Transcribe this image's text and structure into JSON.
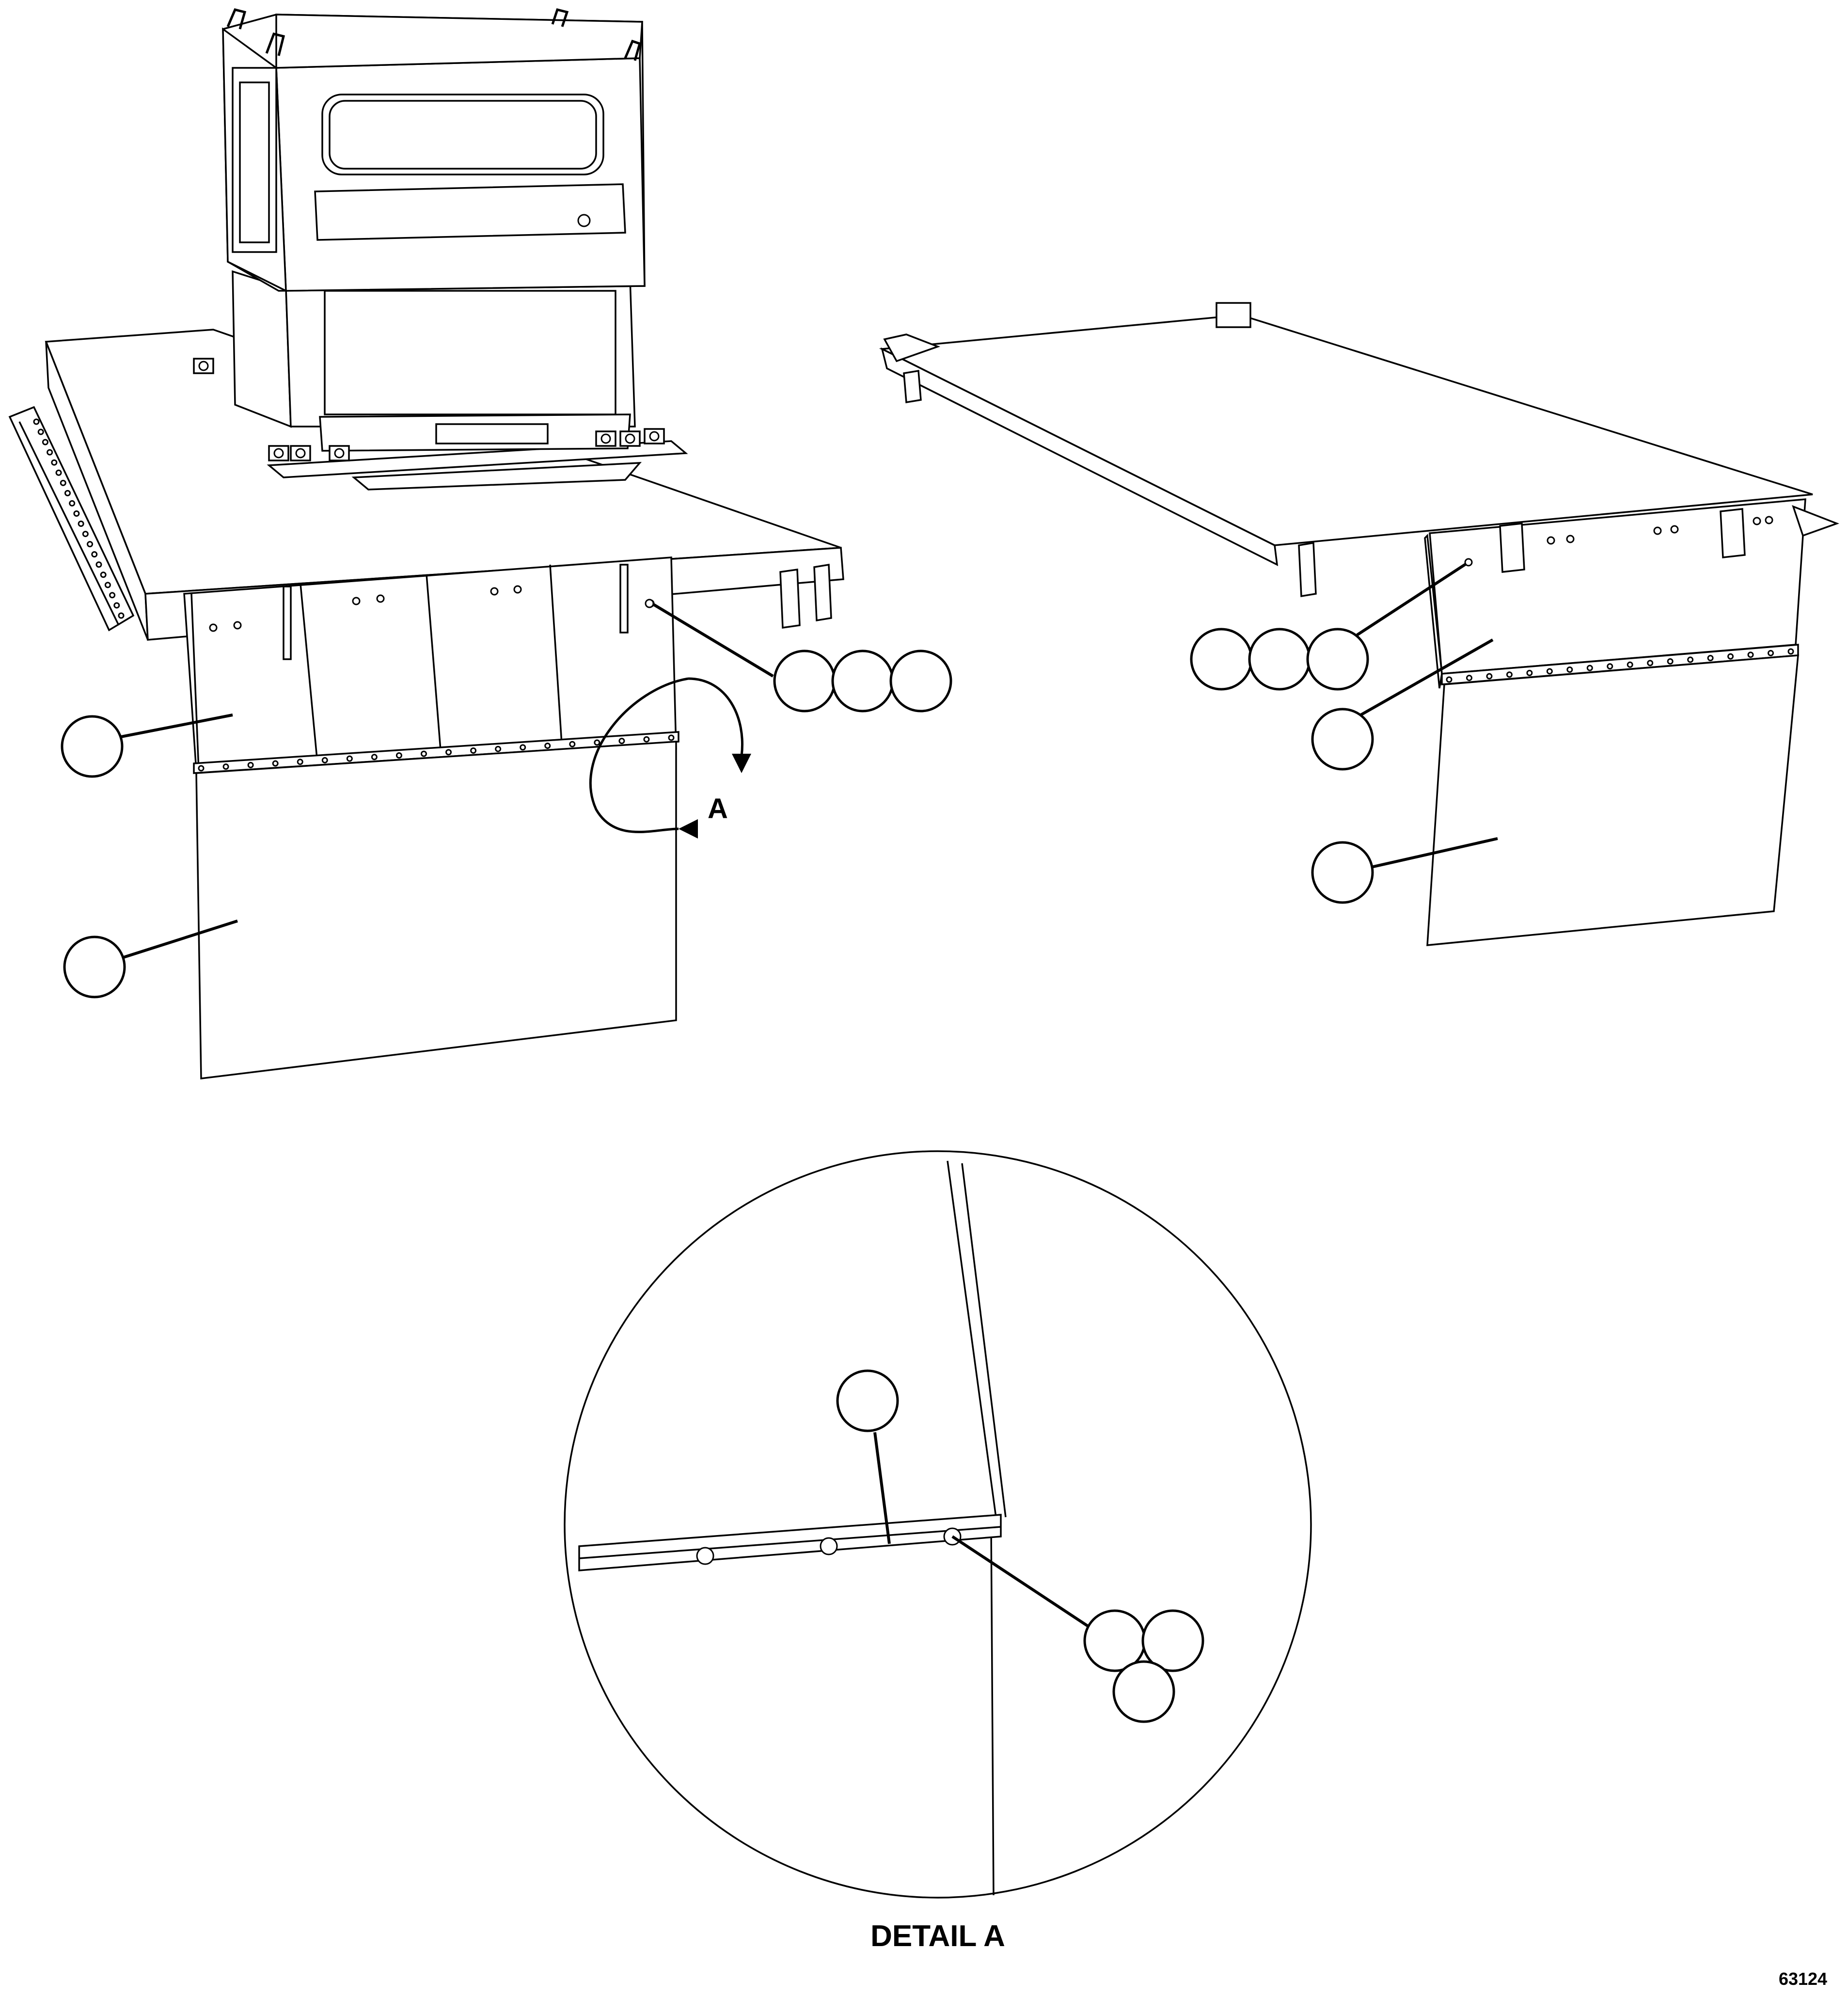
{
  "detail_marker_label": "A",
  "detail_title": "DETAIL A",
  "figure_number": "63124",
  "colors": {
    "line": "#000000",
    "background": "#ffffff"
  }
}
